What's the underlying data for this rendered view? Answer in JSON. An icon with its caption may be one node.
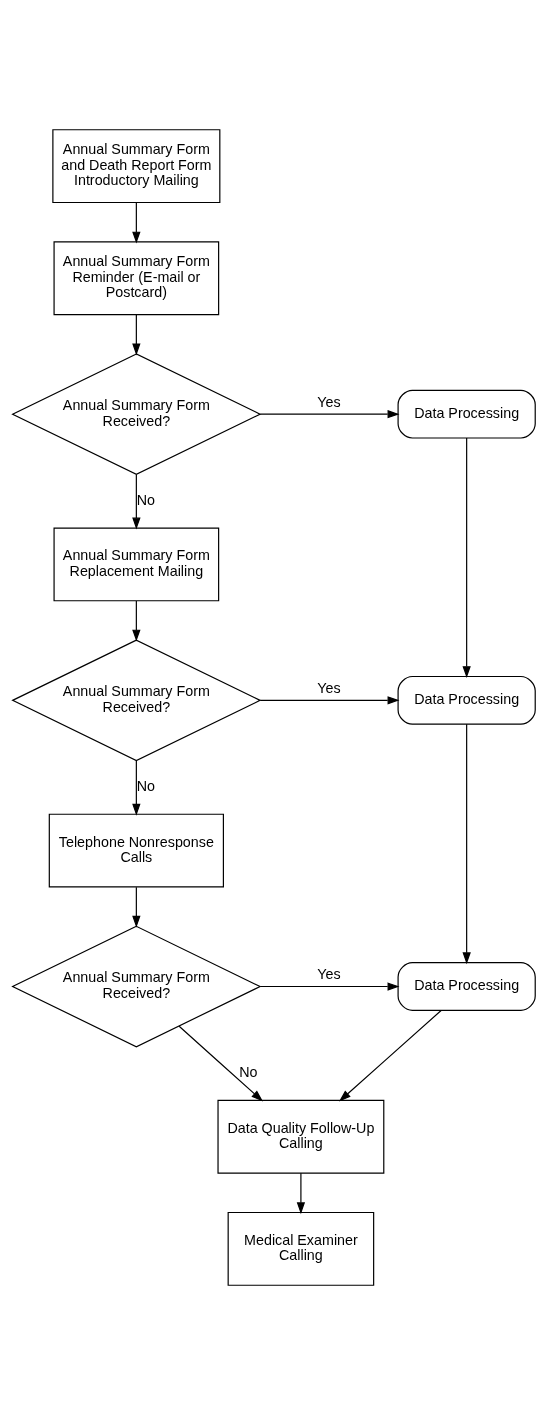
{
  "diagram": {
    "nodes": [
      {
        "text": [
          "Annual Summary Form and Death Report Form Introductory Mailing"
        ]
      },
      {
        "text": [
          "Annual Summary Form Reminder (E-mail or Postcard)"
        ]
      },
      {
        "text": [
          "Annual Summary Form Received?"
        ]
      },
      {
        "text": [
          "Data Processing"
        ]
      },
      {
        "text": [
          "Annual Summary Form Replacement Mailing"
        ]
      },
      {
        "text": [
          "Annual Summary Form Received?"
        ]
      },
      {
        "text": [
          "Data Processing"
        ]
      },
      {
        "text": [
          "Telephone Nonresponse Calls"
        ]
      },
      {
        "text": [
          "Annual Summary Form Received?"
        ]
      },
      {
        "text": [
          "Data Processing"
        ]
      },
      {
        "text": [
          "Data Quality Follow-Up Calling"
        ]
      },
      {
        "text": [
          "Medical Examiner Calling"
        ]
      }
    ],
    "edges": [
      {
        "from": 0,
        "to": 1,
        "arrow": "to"
      },
      {
        "from": 1,
        "to": 2,
        "arrow": "to"
      },
      {
        "from": 2,
        "to": 3,
        "arrow": "to",
        "label": "Yes"
      },
      {
        "from": 2,
        "to": 4,
        "arrow": "to",
        "label": "No"
      },
      {
        "from": 3,
        "to": 6,
        "arrow": "to"
      },
      {
        "from": 4,
        "to": 5,
        "arrow": "to"
      },
      {
        "from": 5,
        "to": 6,
        "arrow": "to",
        "label": "Yes"
      },
      {
        "from": 5,
        "to": 7,
        "arrow": "to",
        "label": "No"
      },
      {
        "from": 6,
        "to": 9,
        "arrow": "to"
      },
      {
        "from": 7,
        "to": 8,
        "arrow": "to"
      },
      {
        "from": 8,
        "to": 9,
        "arrow": "to",
        "label": "Yes"
      },
      {
        "from": 8,
        "to": 10,
        "arrow": "to",
        "label": "No"
      },
      {
        "from": 9,
        "to": 10,
        "arrow": "to"
      },
      {
        "from": 10,
        "to": 11,
        "arrow": "to"
      }
    ]
  }
}
